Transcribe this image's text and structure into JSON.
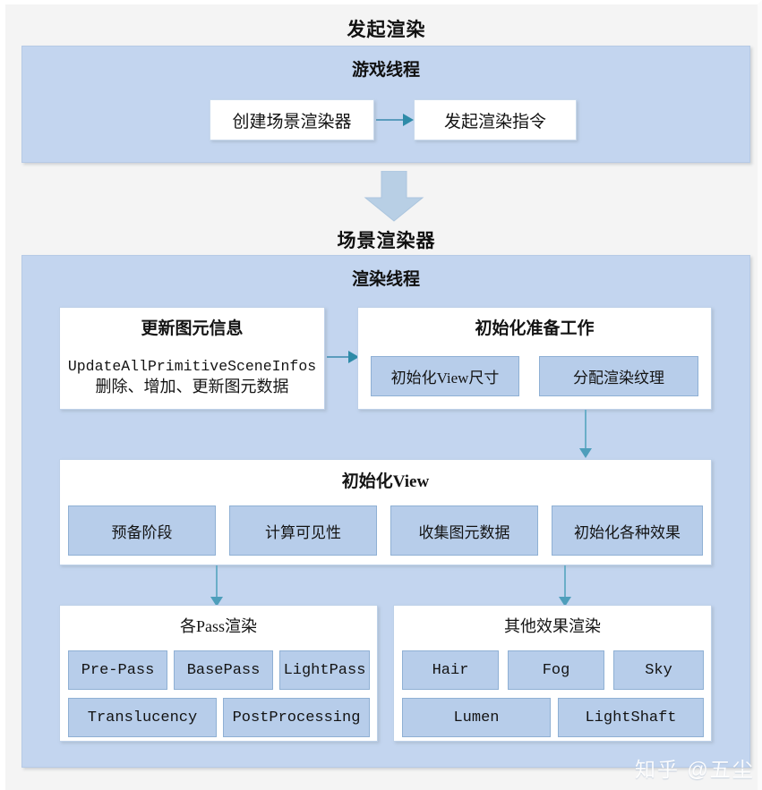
{
  "diagram": {
    "title_top": "发起渲染",
    "title_mid": "场景渲染器",
    "watermark": "知乎 @五尘",
    "colors": {
      "group_fill": "#c3d5ef",
      "chip_fill": "#b7cdea",
      "chip_border": "#8fb0d4",
      "card_fill": "#ffffff",
      "arrow": "#4e9ebb",
      "block_arrow": "#b8cfe5",
      "background": "#f4f4f4"
    }
  },
  "game_thread": {
    "title": "游戏线程",
    "nodes": [
      {
        "label": "创建场景渲染器"
      },
      {
        "label": "发起渲染指令"
      }
    ]
  },
  "render_thread": {
    "title": "渲染线程",
    "update_primitives": {
      "title": "更新图元信息",
      "line1": "UpdateAllPrimitiveSceneInfos",
      "line2": "删除、增加、更新图元数据"
    },
    "init_prepare": {
      "title": "初始化准备工作",
      "chips": [
        {
          "label": "初始化View尺寸"
        },
        {
          "label": "分配渲染纹理"
        }
      ]
    },
    "init_view": {
      "title": "初始化View",
      "chips": [
        {
          "label": "预备阶段"
        },
        {
          "label": "计算可见性"
        },
        {
          "label": "收集图元数据"
        },
        {
          "label": "初始化各种效果"
        }
      ]
    },
    "pass_render": {
      "title": "各Pass渲染",
      "row1": [
        {
          "label": "Pre-Pass"
        },
        {
          "label": "BasePass"
        },
        {
          "label": "LightPass"
        }
      ],
      "row2": [
        {
          "label": "Translucency"
        },
        {
          "label": "PostProcessing"
        }
      ]
    },
    "other_effects": {
      "title": "其他效果渲染",
      "row1": [
        {
          "label": "Hair"
        },
        {
          "label": "Fog"
        },
        {
          "label": "Sky"
        }
      ],
      "row2": [
        {
          "label": "Lumen"
        },
        {
          "label": "LightShaft"
        }
      ]
    }
  }
}
